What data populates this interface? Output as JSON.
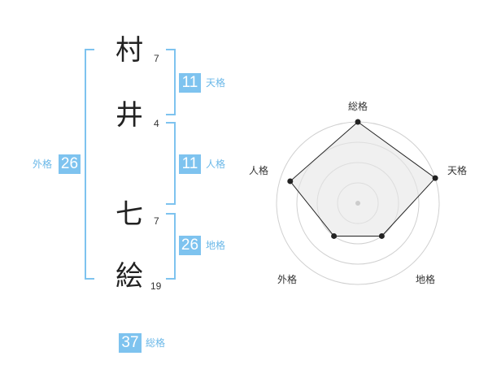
{
  "name": [
    {
      "char": "村",
      "strokes": "7"
    },
    {
      "char": "井",
      "strokes": "4"
    },
    {
      "char": "七",
      "strokes": "7"
    },
    {
      "char": "絵",
      "strokes": "19"
    }
  ],
  "fortunes": {
    "tenkaku": {
      "label": "天格",
      "value": "11"
    },
    "jinkaku": {
      "label": "人格",
      "value": "11"
    },
    "chikaku": {
      "label": "地格",
      "value": "26"
    },
    "gaikaku": {
      "label": "外格",
      "value": "26"
    },
    "soukaku": {
      "label": "総格",
      "value": "37"
    }
  },
  "colors": {
    "accent": "#7ec3ef",
    "text": "#222222"
  },
  "radar": {
    "axes": [
      "総格",
      "天格",
      "地格",
      "外格",
      "人格"
    ],
    "levels": 4,
    "chart_data": {
      "type": "radar",
      "categories": [
        "総格",
        "天格",
        "地格",
        "外格",
        "人格"
      ],
      "values": [
        4,
        4,
        2,
        2,
        3.5
      ],
      "max": 4
    }
  }
}
